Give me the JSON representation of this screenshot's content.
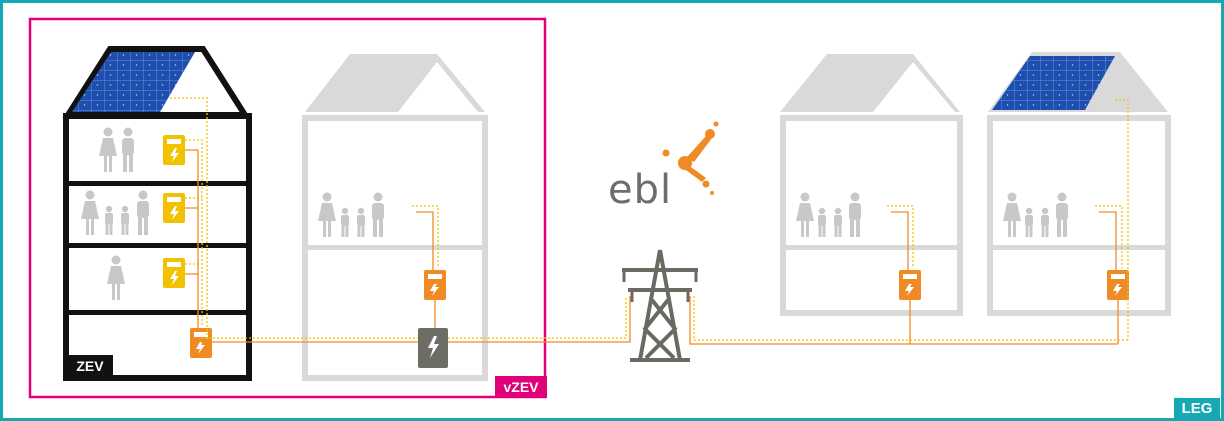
{
  "labels": {
    "zev": "ZEV",
    "vzev": "vZEV",
    "leg": "LEG"
  },
  "logo": {
    "text": "ebl"
  },
  "colors": {
    "frame_teal": "#17a9b3",
    "vzev_magenta": "#e2007a",
    "zev_black": "#111111",
    "meter_yellow": "#f2c200",
    "meter_orange": "#f08a24",
    "line_orange": "#f08a24",
    "house_gray": "#d9d9d9",
    "people_gray": "#c8c8c8",
    "pylon_gray": "#6a6a62",
    "solar_blue": "#1f4fae"
  },
  "icons": [
    "solar-panel-icon",
    "smart-meter-icon",
    "sub-meter-icon",
    "power-pylon-icon",
    "grid-connection-icon",
    "people-icon",
    "ebl-logo-icon"
  ]
}
